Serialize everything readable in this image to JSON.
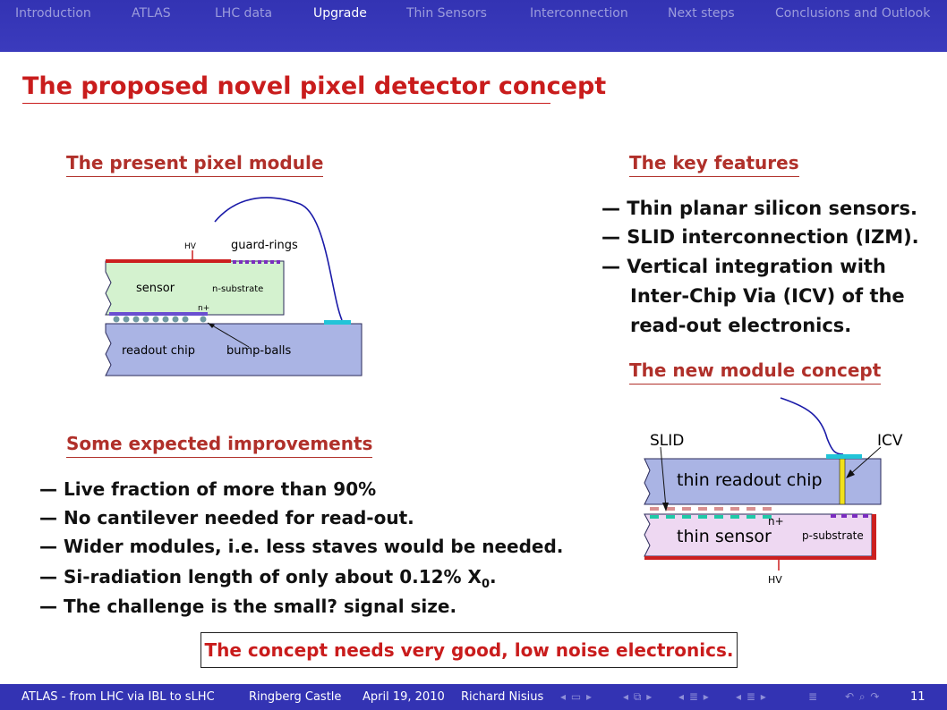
{
  "nav": {
    "items": [
      "Introduction",
      "ATLAS",
      "LHC data",
      "Upgrade",
      "Thin Sensors",
      "Interconnection",
      "Next steps",
      "Conclusions and Outlook"
    ],
    "active_index": 3
  },
  "slide": {
    "title": "The proposed novel pixel detector concept",
    "present_module": {
      "heading": "The present pixel module",
      "labels": {
        "hv": "HV",
        "guard_rings": "guard-rings",
        "sensor": "sensor",
        "n_substrate": "n-substrate",
        "n_plus": "n+",
        "readout_chip": "readout chip",
        "bump_balls": "bump-balls"
      }
    },
    "key_features": {
      "heading": "The key features",
      "items": [
        "— Thin planar silicon sensors.",
        "— SLID interconnection (IZM).",
        "— Vertical integration with"
      ],
      "continuation": [
        "Inter-Chip Via (ICV) of the",
        "read-out electronics."
      ]
    },
    "new_module": {
      "heading": "The new module concept",
      "labels": {
        "slid": "SLID",
        "icv": "ICV",
        "thin_readout_chip": "thin readout chip",
        "n_plus": "n+",
        "thin_sensor": "thin sensor",
        "p_substrate": "p-substrate",
        "hv": "HV"
      }
    },
    "improvements": {
      "heading": "Some expected improvements",
      "items": [
        "— Live fraction of more than 90%",
        "— No cantilever needed for read-out.",
        "— Wider modules, i.e. less staves would be needed."
      ],
      "radiation": {
        "prefix": "— Si-radiation length of only about 0.12% X",
        "sub": "0",
        "suffix": "."
      },
      "last": "— The challenge is the small? signal size."
    },
    "box_text": "The concept needs very good, low noise electronics."
  },
  "footer": {
    "title": "ATLAS - from LHC via IBL to sLHC",
    "venue": "Ringberg Castle",
    "date": "April 19, 2010",
    "author": "Richard Nisius",
    "page": "11"
  },
  "colors": {
    "bar": "#3333b3",
    "heading": "#b0302a",
    "title": "#c91c1c",
    "sensor_fill": "#d4f2cf",
    "chip_fill": "#aab4e4",
    "thin_sensor_fill": "#eed8f2"
  }
}
